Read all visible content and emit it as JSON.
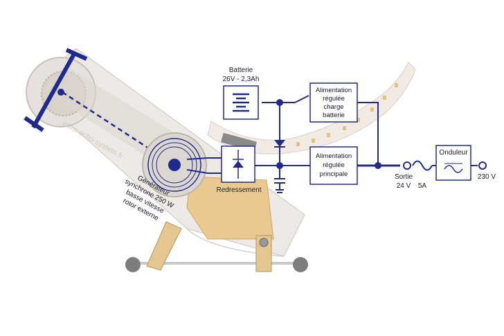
{
  "diagram": {
    "battery": {
      "line1": "Batterie",
      "line2": "26V - 2,3Ah"
    },
    "charger": {
      "line1": "Alimentation",
      "line2": "régulée",
      "line3": "charge",
      "line4": "batterie"
    },
    "main_supply": {
      "line1": "Alimentation",
      "line2": "régulée",
      "line3": "principale"
    },
    "rectifier": {
      "label": "Redressement"
    },
    "inverter": {
      "label": "Onduleur"
    },
    "output": {
      "label": "Sortie",
      "voltage": "24 V",
      "fuse": "5A",
      "ac_out": "230 V"
    },
    "generator": {
      "line1": "Générateur",
      "line2": "synchrone 250 W",
      "line3": "basse vitesse",
      "line4": "rotor externe"
    },
    "watermark": "www.echo-system.fr"
  },
  "colors": {
    "circuit": "#1f2a8c",
    "wood": "#e9c98f",
    "frame": "#ece7e2",
    "belt": "#d9d4cf"
  }
}
